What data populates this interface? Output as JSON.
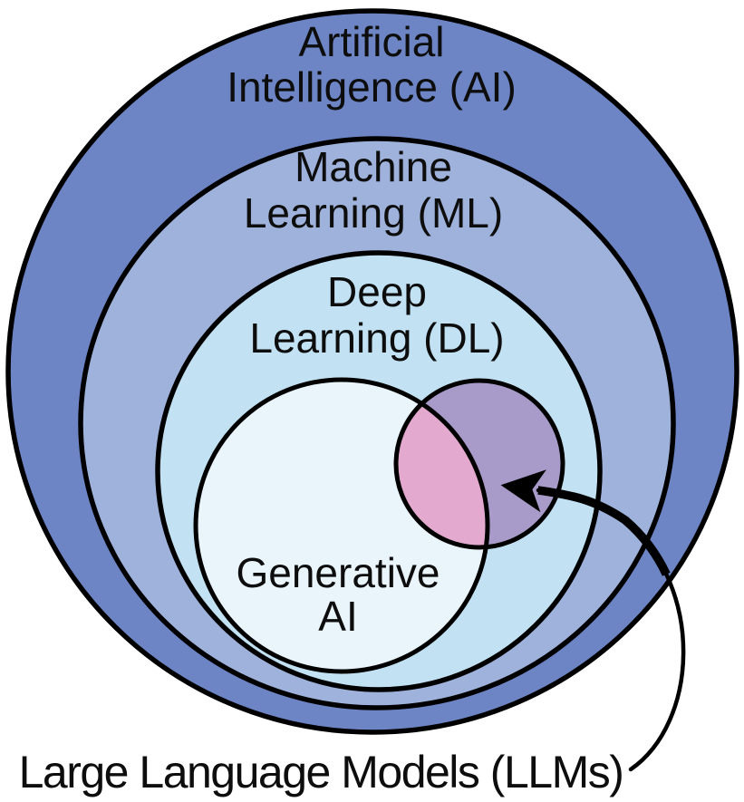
{
  "figure": {
    "background": "#ffffff",
    "stroke_color": "#000000",
    "text_color": "#0d0d0d",
    "rings": {
      "ai": {
        "label_line1": "Artificial",
        "label_line2": "Intelligence (AI)",
        "fill": "#6d85c4"
      },
      "ml": {
        "label_line1": "Machine",
        "label_line2": "Learning (ML)",
        "fill": "#9fb2dc"
      },
      "dl": {
        "label_line1": "Deep",
        "label_line2": "Learning (DL)",
        "fill": "#c2e2f3"
      },
      "genai": {
        "label_line1": "Generative",
        "label_line2": "AI",
        "fill": "#eaf4fb"
      }
    },
    "llm": {
      "caption": "Large Language Models (LLMs)",
      "fill_outside_genai": "#a89bc9",
      "fill_inside_genai": "#e3a9ce",
      "arrow_color": "#000000"
    }
  }
}
